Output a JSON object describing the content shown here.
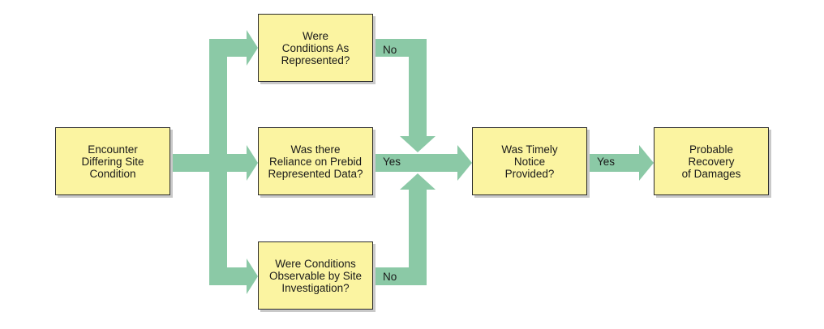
{
  "colors": {
    "box_fill": "#fbf4a1",
    "box_border": "#2a2a2a",
    "arrow": "#8bc9a6",
    "text": "#1a1a1a"
  },
  "nodes": {
    "encounter": "Encounter\nDiffering Site\nCondition",
    "represented": "Were\nConditions As\nRepresented?",
    "reliance": "Was there\nReliance on Prebid\nRepresented Data?",
    "observable": "Were Conditions\nObservable by Site\nInvestigation?",
    "notice": "Was Timely\nNotice\nProvided?",
    "recovery": "Probable\nRecovery\nof Damages"
  },
  "edge_labels": {
    "represented_out": "No",
    "reliance_out": "Yes",
    "observable_out": "No",
    "notice_out": "Yes"
  }
}
